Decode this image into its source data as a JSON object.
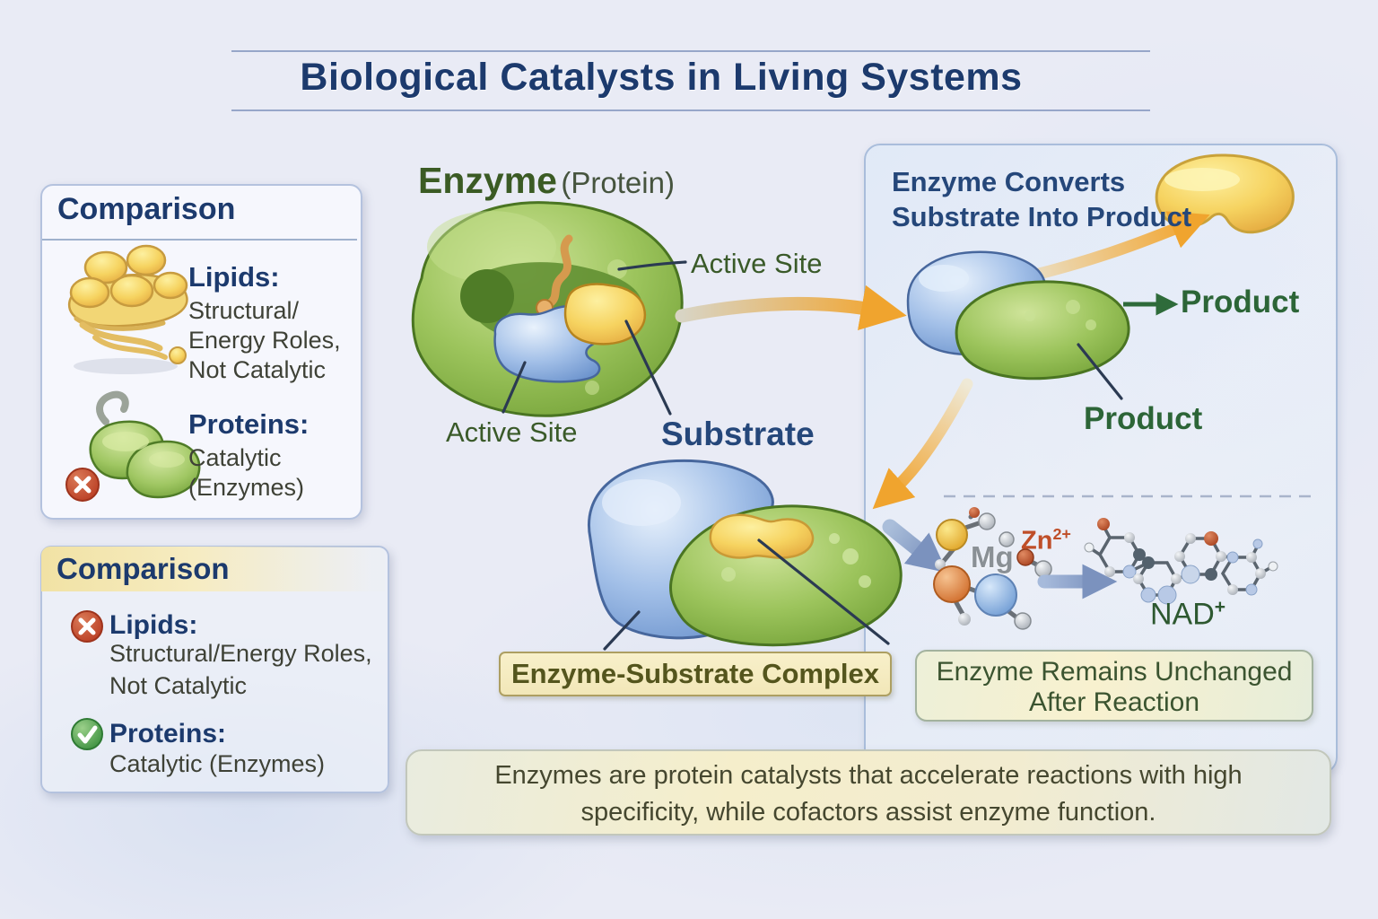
{
  "page": {
    "title": "Biological Catalysts in Living Systems"
  },
  "comparison_top": {
    "header": "Comparison",
    "lipids_label": "Lipids:",
    "lipids_line1": "Structural/",
    "lipids_line2": "Energy Roles,",
    "lipids_line3": "Not Catalytic",
    "proteins_label": "Proteins:",
    "proteins_line1": "Catalytic",
    "proteins_line2": "(Enzymes)"
  },
  "comparison_bottom": {
    "header": "Comparison",
    "lipids_label": "Lipids:",
    "lipids_line1": "Structural/Energy Roles,",
    "lipids_line2": "Not Catalytic",
    "proteins_label": "Proteins:",
    "proteins_line1": "Catalytic (Enzymes)"
  },
  "enzyme_diagram": {
    "title_main": "Enzyme",
    "title_paren": "(Protein)",
    "active_site_top": "Active Site",
    "active_site_bottom": "Active Site",
    "substrate": "Substrate"
  },
  "conversion_panel": {
    "heading_line1": "Enzyme Converts",
    "heading_line2": "Substrate Into Product",
    "product_arrow": "Product",
    "product_leader": "Product"
  },
  "es_complex": {
    "label": "Enzyme-Substrate Complex"
  },
  "cofactors": {
    "mg": "Mg",
    "zn": "Zn",
    "zn_charge": "2+",
    "nad": "NAD",
    "nad_charge": "+"
  },
  "unchanged_box": {
    "line1": "Enzyme Remains Unchanged",
    "line2": "After Reaction"
  },
  "footnote": {
    "line1": "Enzymes are protein catalysts that accelerate reactions with high",
    "line2": "specificity, while cofactors assist enzyme function."
  },
  "colors": {
    "background": "#e9ebf5",
    "title_navy": "#1c3a6d",
    "label_green": "#3a5a29",
    "product_green": "#2c6537",
    "substrate_navy": "#25477a",
    "enzyme_green": "#8cbc4e",
    "substrate_yellow": "#f3cd5a",
    "blue_blob": "#a3c0e8",
    "arrow_orange": "#f0a42e",
    "arrow_blue": "#7e95c0",
    "error_red": "#c7492f",
    "check_green": "#419641",
    "olive_label": "#54551d"
  }
}
